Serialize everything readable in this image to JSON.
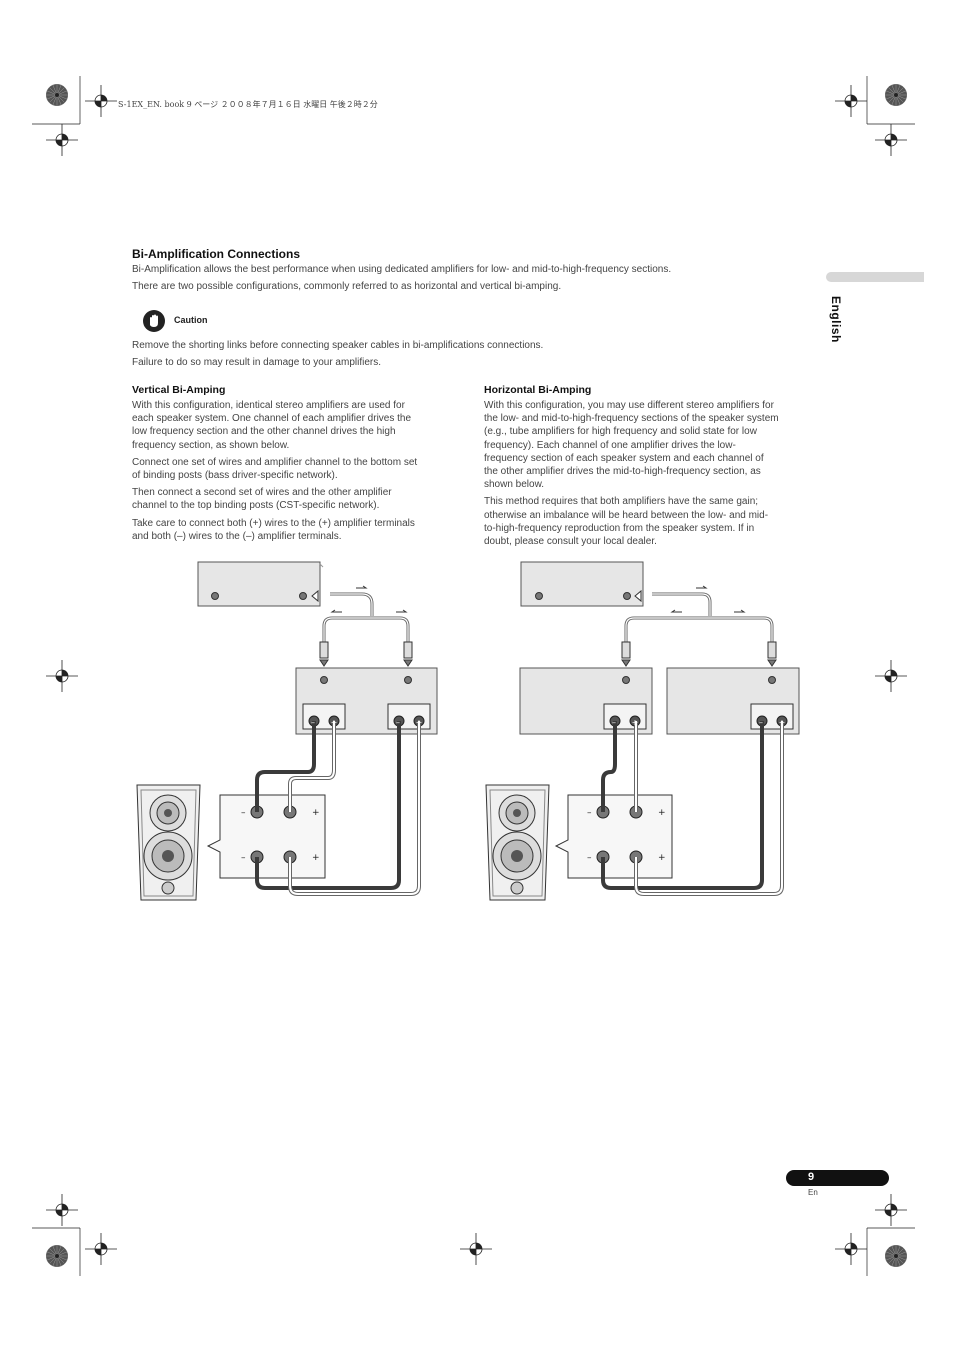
{
  "header_note": "S-1EX_EN. book  9 ページ  ２００８年７月１６日  水曜日  午後２時２分",
  "section": {
    "title": "Bi-Amplification Connections",
    "intro": [
      "Bi-Amplification allows the best performance when using dedicated amplifiers for low- and mid-to-high-frequency sections.",
      "There are two possible configurations, commonly referred to as horizontal and vertical bi-amping."
    ]
  },
  "caution": {
    "label": "Caution",
    "lines": [
      "Remove the shorting links before connecting speaker cables in bi-amplifications connections.",
      "Failure to do so may result in damage to your amplifiers."
    ]
  },
  "vertical": {
    "title": "Vertical Bi-Amping",
    "paragraphs": [
      [
        "With this configuration, identical stereo amplifiers are used for",
        "each speaker system. One channel of each amplifier drives the",
        "low frequency section and the other channel drives the high",
        "frequency section, as shown below."
      ],
      [
        "Connect one set of wires and amplifier channel to the bottom set",
        "of binding posts (bass driver-specific network)."
      ],
      [
        "Then connect a second set of wires and the other amplifier",
        "channel to the top binding posts (CST-specific network)."
      ],
      [
        "Take care to connect both (+) wires to the (+) amplifier terminals",
        "and both (–) wires to the (–) amplifier terminals."
      ]
    ]
  },
  "horizontal": {
    "title": "Horizontal Bi-Amping",
    "paragraphs": [
      [
        "With this configuration, you may use different stereo amplifiers for",
        "the low- and mid-to-high-frequency sections of the speaker system",
        "(e.g., tube amplifiers for high frequency and solid state for low",
        "frequency). Each channel of one amplifier drives the low-",
        "frequency section of each speaker system and each channel of",
        "the other amplifier drives the mid-to-high-frequency section, as",
        "shown below."
      ],
      [
        "This method requires that both amplifiers have the same gain;",
        "otherwise an imbalance will be heard between the low- and mid-",
        "to-high-frequency reproduction from the speaker system. If in",
        "doubt, please consult your local dealer."
      ]
    ]
  },
  "side_tab": {
    "label": "English"
  },
  "footer": {
    "page": "9",
    "lang": "En"
  },
  "diagram_labels": {
    "minus": "–",
    "plus": "+"
  },
  "colors": {
    "device_fill": "#e6e6e6",
    "wire_dark": "#3a3a3a",
    "lang_bar": "#d7d7d7"
  }
}
